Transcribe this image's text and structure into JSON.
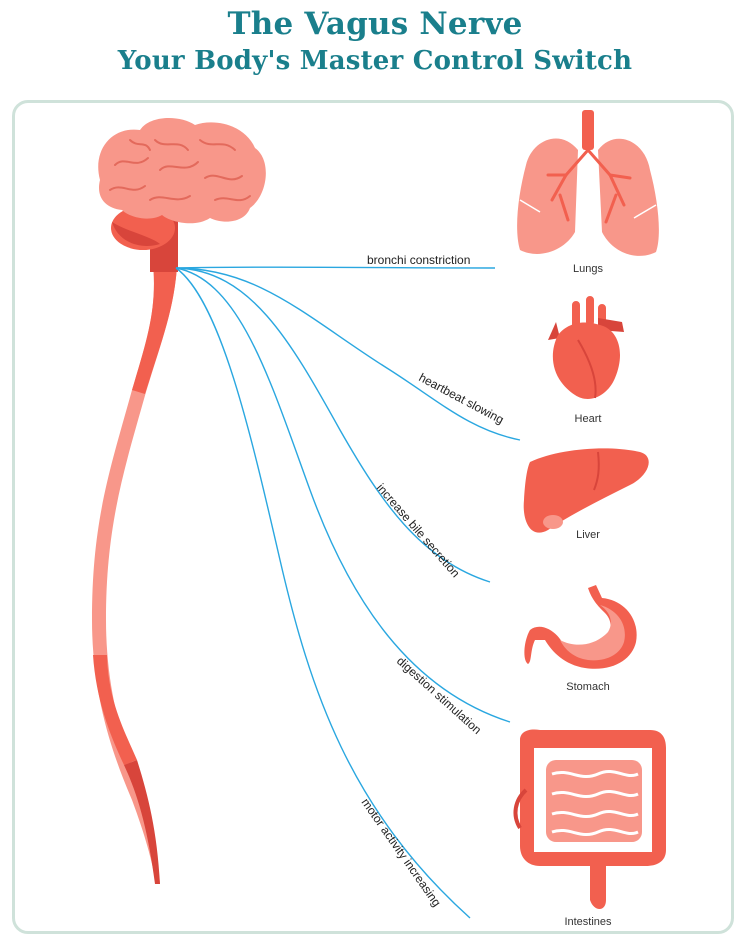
{
  "title": {
    "line1": "The Vagus Nerve",
    "line2": "Your Body's Master Control Switch"
  },
  "effects": [
    "bronchi constriction",
    "heartbeat slowing",
    "increase bile secretion",
    "digestion stimulation",
    "motor activity increasing"
  ],
  "organs": [
    {
      "name": "Lungs",
      "icon": "lungs-icon"
    },
    {
      "name": "Heart",
      "icon": "heart-icon"
    },
    {
      "name": "Liver",
      "icon": "liver-icon"
    },
    {
      "name": "Stomach",
      "icon": "stomach-icon"
    },
    {
      "name": "Intestines",
      "icon": "intestines-icon"
    }
  ],
  "brain": {
    "icon": "brain-icon"
  },
  "colors": {
    "title": "#1a7f8c",
    "border": "#cfe2da",
    "nerve_lines": "#2aa7e0",
    "organ_primary": "#f2604f",
    "organ_light": "#f8978a",
    "organ_dark": "#d8453b"
  }
}
